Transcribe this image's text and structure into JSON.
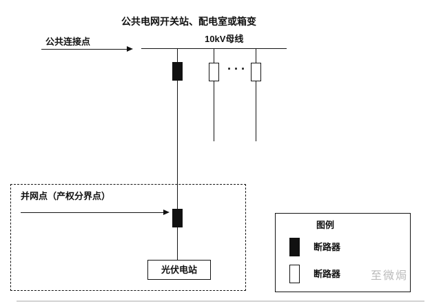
{
  "diagram": {
    "title": "公共电网开关站、配电室或箱变",
    "busbar_label": "10kV母线",
    "pcc_label": "公共连接点",
    "grid_point_label": "并网点（产权分界点）",
    "pv_station_label": "光伏电站",
    "ellipsis": "···"
  },
  "legend": {
    "title": "图例",
    "items": [
      {
        "icon": "breaker-closed-icon",
        "label": "断路器"
      },
      {
        "icon": "breaker-open-icon",
        "label": "断路器"
      }
    ]
  },
  "watermark": {
    "text": "至微焗"
  },
  "colors": {
    "line": "#111111",
    "watermark": "#b9b9b9"
  }
}
